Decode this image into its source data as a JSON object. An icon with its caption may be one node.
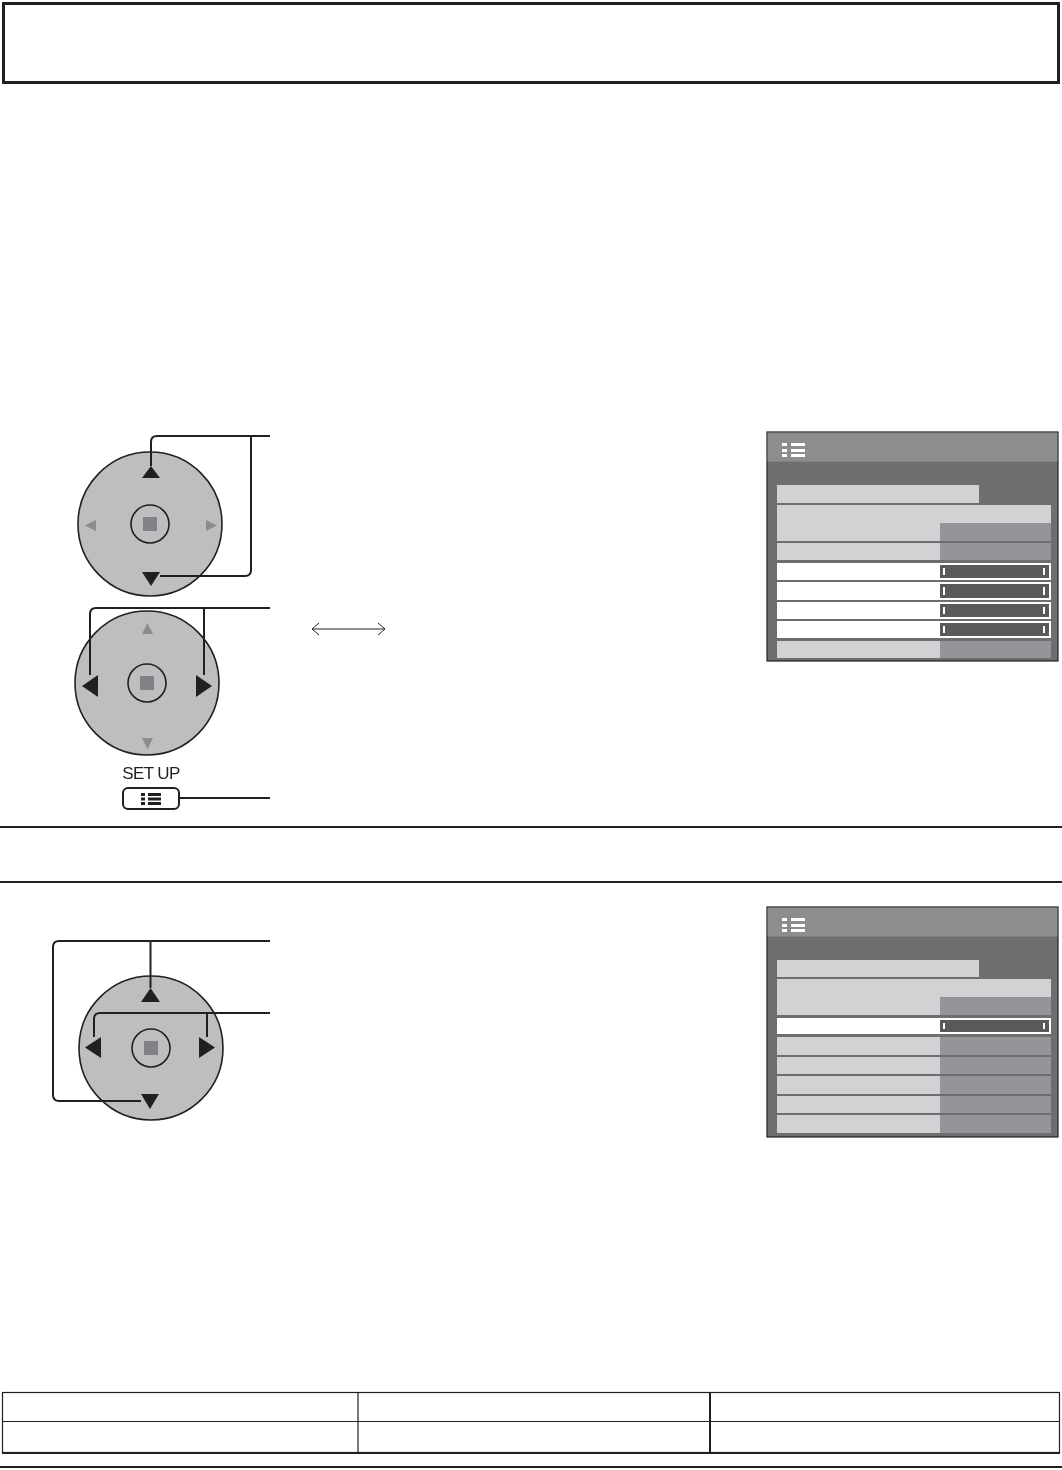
{
  "diagram": {
    "nodes": [
      {
        "text": [],
        "shape": "triangle"
      },
      {
        "text": [],
        "shape": "triangle"
      },
      {
        "text": [],
        "shape": "triangle"
      },
      {
        "text": [],
        "shape": "triangle"
      },
      {
        "text": [
          "SET UP"
        ]
      },
      {
        "text": [],
        "shape": "triangle"
      },
      {
        "text": [],
        "shape": "triangle"
      },
      {
        "text": [],
        "shape": "triangle"
      },
      {
        "text": [],
        "shape": "triangle"
      }
    ],
    "edges": [
      {
        "from": null,
        "to": 0,
        "arrow": "none"
      },
      {
        "from": null,
        "to": 1,
        "arrow": "none"
      },
      {
        "from": null,
        "to": 2,
        "arrow": "none"
      },
      {
        "from": null,
        "to": 3,
        "arrow": "none"
      },
      {
        "from": null,
        "to": 4,
        "arrow": "none"
      },
      {
        "from": null,
        "to": 5,
        "arrow": "none"
      },
      {
        "from": null,
        "to": 8,
        "arrow": "none"
      },
      {
        "from": null,
        "to": 6,
        "arrow": "none"
      },
      {
        "from": null,
        "to": 7,
        "arrow": "none"
      }
    ]
  }
}
